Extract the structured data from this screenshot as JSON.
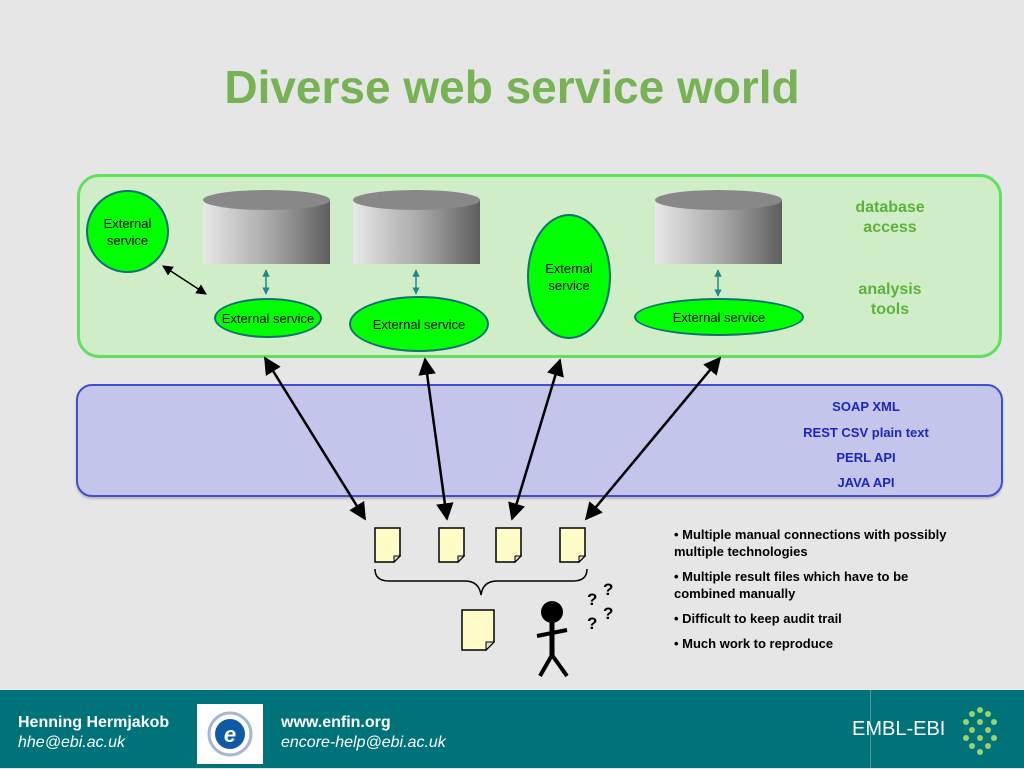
{
  "slide": {
    "title": "Diverse web service world"
  },
  "services": {
    "circle_left": "External service",
    "left": "External service",
    "middle": "External service",
    "tall": "External service",
    "right": "External service"
  },
  "side_labels": {
    "database": "database access",
    "analysis": "analysis tools"
  },
  "protocols": [
    "SOAP XML",
    "REST CSV plain text",
    "PERL API",
    "JAVA API"
  ],
  "question_marks": [
    "?",
    "?",
    "?",
    "?"
  ],
  "bullets": [
    "• Multiple manual connections with possibly multiple technologies",
    "• Multiple result files which have to be combined manually",
    "• Difficult to keep audit trail",
    "• Much work to reproduce"
  ],
  "footer": {
    "author": "Henning Hermjakob",
    "email": "hhe@ebi.ac.uk",
    "website": "www.enfin.org",
    "help_email": "encore-help@ebi.ac.uk",
    "logo_letter": "e",
    "org": "EMBL-EBI"
  },
  "colors": {
    "title": "#77b255",
    "service_fill": "#00ff00",
    "footer_bg": "#00727a",
    "protocol_text": "#1a26c0"
  }
}
